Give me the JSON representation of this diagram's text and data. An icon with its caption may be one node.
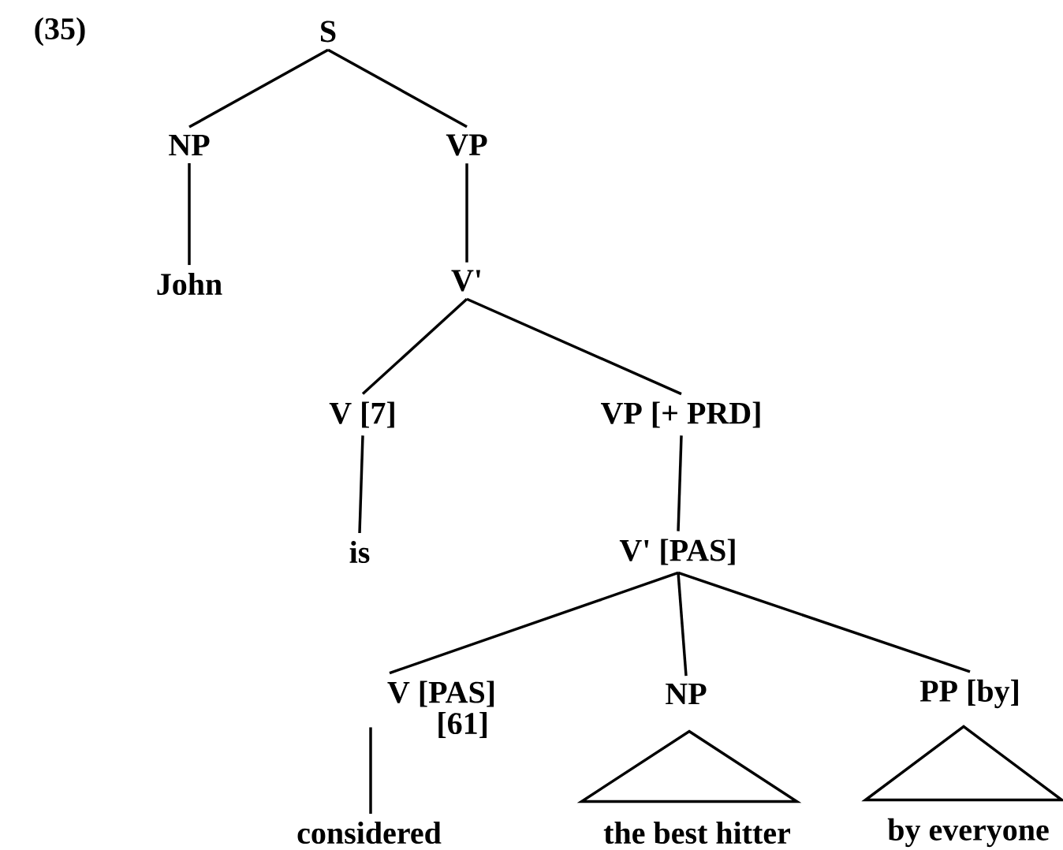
{
  "diagram": {
    "nodes": [
      {
        "text": [
          "S"
        ]
      },
      {
        "text": [
          "NP"
        ]
      },
      {
        "text": [
          "VP"
        ]
      },
      {
        "text": [
          "John"
        ]
      },
      {
        "text": [
          "V'"
        ]
      },
      {
        "text": [
          "V [7]"
        ]
      },
      {
        "text": [
          "VP [+ PRD]"
        ]
      },
      {
        "text": [
          "is"
        ]
      },
      {
        "text": [
          "V' [PAS]"
        ]
      },
      {
        "text": [
          "V [PAS]",
          "[61]"
        ]
      },
      {
        "text": [
          "NP"
        ]
      },
      {
        "text": [
          "PP [by]"
        ]
      },
      {
        "text": [],
        "shape": "triangle"
      },
      {
        "text": [],
        "shape": "triangle"
      },
      {
        "text": [
          "considered"
        ]
      },
      {
        "text": [
          "the best hitter"
        ]
      },
      {
        "text": [
          "by everyone"
        ]
      }
    ],
    "edges": [
      {
        "from": 0,
        "to": 1,
        "arrow": "none"
      },
      {
        "from": 0,
        "to": 2,
        "arrow": "none"
      },
      {
        "from": 1,
        "to": 3,
        "arrow": "none"
      },
      {
        "from": 2,
        "to": 4,
        "arrow": "none"
      },
      {
        "from": 4,
        "to": 5,
        "arrow": "none"
      },
      {
        "from": 4,
        "to": 6,
        "arrow": "none"
      },
      {
        "from": 5,
        "to": 7,
        "arrow": "none"
      },
      {
        "from": 6,
        "to": 8,
        "arrow": "none"
      },
      {
        "from": 8,
        "to": 9,
        "arrow": "none"
      },
      {
        "from": 8,
        "to": 10,
        "arrow": "none"
      },
      {
        "from": 8,
        "to": 11,
        "arrow": "none"
      },
      {
        "from": 9,
        "to": 14,
        "arrow": "none"
      }
    ],
    "labels": [
      "(35)"
    ]
  }
}
